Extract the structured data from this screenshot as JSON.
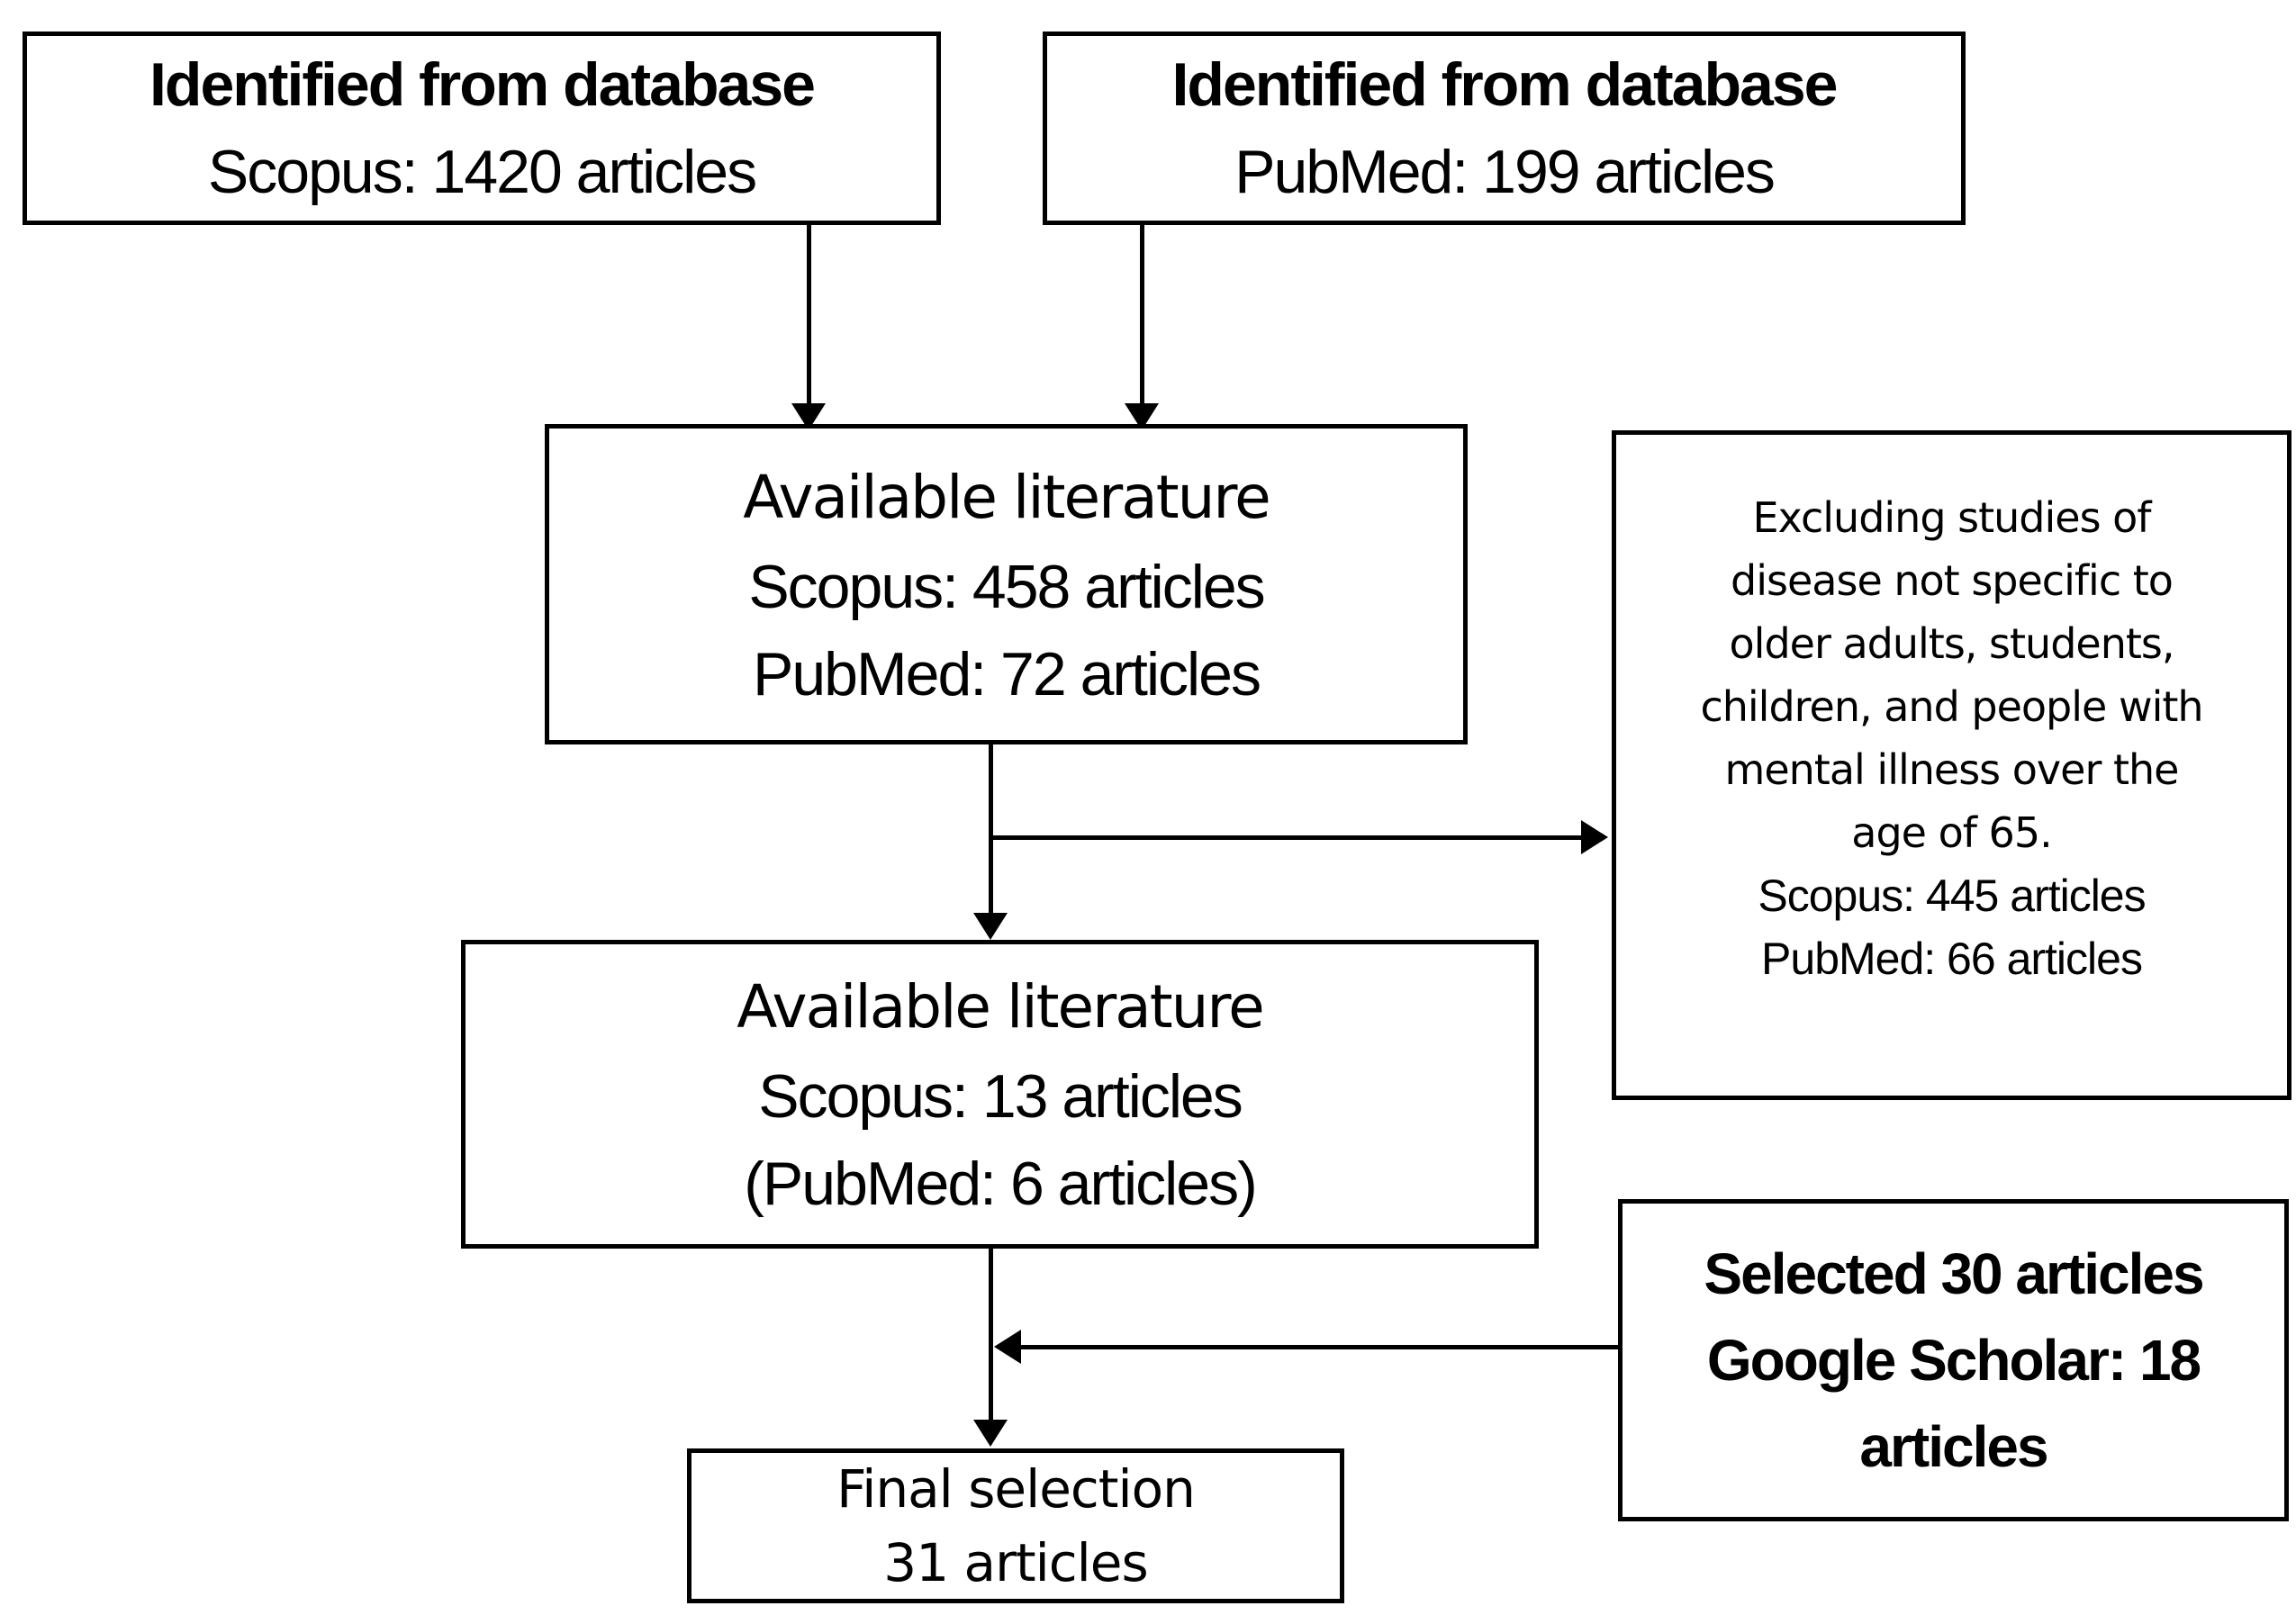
{
  "flowchart": {
    "boxes": {
      "identified_scopus": {
        "lines": [
          "Identified from database",
          "Scopus: 1420 articles"
        ]
      },
      "identified_pubmed": {
        "lines": [
          "Identified from database",
          "PubMed: 199 articles"
        ]
      },
      "available_first": {
        "lines": [
          "Available literature",
          "Scopus: 458 articles",
          "PubMed: 72 articles"
        ]
      },
      "excluded": {
        "lines": [
          "Excluding studies of",
          "disease not specific to",
          "older adults, students,",
          "children, and people with",
          "mental illness over the",
          "age of 65.",
          "Scopus: 445 articles",
          "PubMed: 66 articles"
        ]
      },
      "available_second": {
        "lines": [
          "Available literature",
          "Scopus: 13 articles",
          "(PubMed: 6 articles)"
        ]
      },
      "selected": {
        "lines": [
          "Selected 30 articles",
          "Google Scholar: 18",
          "articles"
        ]
      },
      "final_selection": {
        "lines": [
          "Final selection",
          "31 articles"
        ]
      }
    },
    "colors": {
      "line": "#000000",
      "text": "#000000",
      "background": "#ffffff"
    }
  }
}
